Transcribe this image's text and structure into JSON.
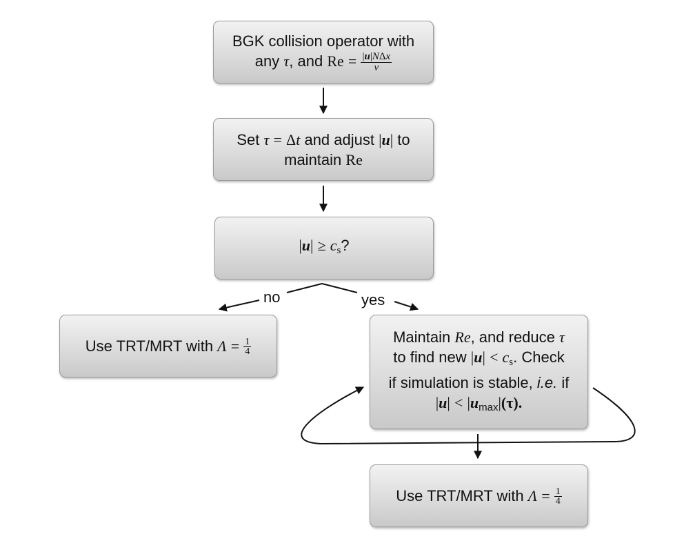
{
  "nodes": {
    "start": {
      "line1": "BGK collision operator with",
      "any": "any",
      "and": ", and",
      "re": "Re",
      "eq": "=",
      "u": "u",
      "n": "N",
      "delta": "Δ",
      "x": "x",
      "nu": "ν",
      "tau": "τ"
    },
    "set": {
      "set": "Set",
      "tau": "τ",
      "eq": "=",
      "delta": "Δ",
      "t": "t",
      "adjust": "and adjust",
      "u": "u",
      "to": "to",
      "maintain": "maintain",
      "re": "Re"
    },
    "decision": {
      "u": "u",
      "ge": "≥",
      "c": "c",
      "s": "s",
      "q": "?"
    },
    "left": {
      "text": "Use TRT/MRT with",
      "lambda": "Λ",
      "eq": "=",
      "num": "1",
      "den": "4"
    },
    "right": {
      "maintain": "Maintain",
      "re": "Re",
      "reduce": ", and reduce",
      "tau": "τ",
      "tofind": "to find new",
      "u": "u",
      "lt": "<",
      "c": "c",
      "s": "s",
      "check": ". Check",
      "line3a": "if simulation is stable,",
      "ie": "i.e.",
      "line3b": "if",
      "lt2": "<",
      "umax": "u",
      "max": "max",
      "tauarg": "(τ)."
    },
    "bottom": {
      "text": "Use TRT/MRT with",
      "lambda": "Λ",
      "eq": "=",
      "num": "1",
      "den": "4"
    }
  },
  "edges": {
    "no": "no",
    "yes": "yes"
  }
}
